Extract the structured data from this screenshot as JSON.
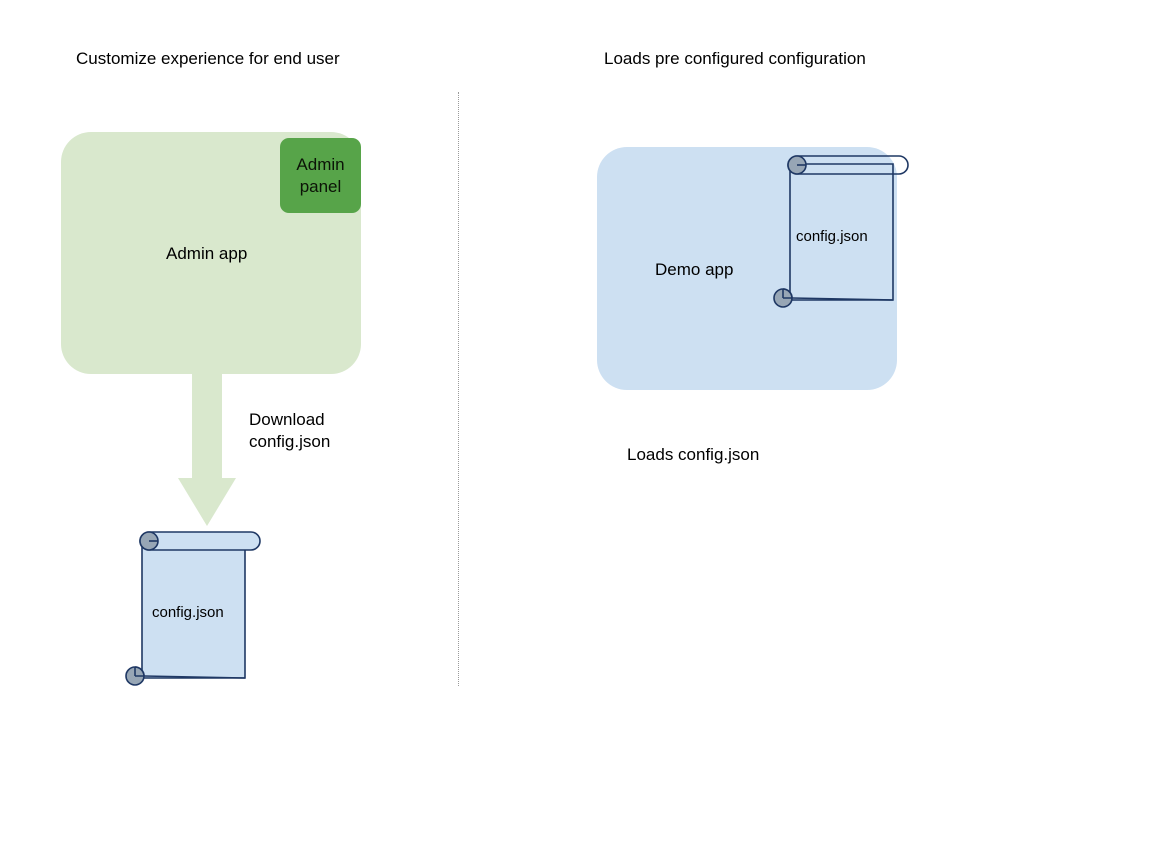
{
  "diagram": {
    "background": "#ffffff",
    "columns": [
      {
        "title": "Customize experience for end user",
        "app": {
          "label": "Admin app",
          "fill": "#d9e8cd"
        },
        "chip": {
          "label": "Admin panel",
          "fill": "#57a449"
        },
        "arrow": {
          "label_line1": "Download",
          "label_line2": "config.json",
          "fill": "#d9e8cd"
        },
        "document": {
          "label": "config.json",
          "fill": "#cde0f2",
          "stroke": "#1f3864"
        }
      },
      {
        "title": "Loads pre configured configuration",
        "app": {
          "label": "Demo app",
          "fill": "#cde0f2"
        },
        "document": {
          "label": "config.json",
          "fill": "transparent",
          "stroke": "#1f3864"
        },
        "caption": "Loads config.json"
      }
    ],
    "divider": {
      "style": "dotted",
      "color": "#9a9a9a"
    }
  }
}
